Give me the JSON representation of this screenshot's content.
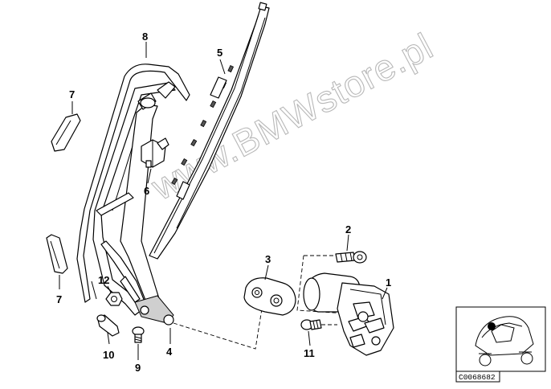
{
  "diagram": {
    "callouts": {
      "c1": "1",
      "c2": "2",
      "c3": "3",
      "c4": "4",
      "c5": "5",
      "c6": "6",
      "c7a": "7",
      "c7b": "7",
      "c8": "8",
      "c9": "9",
      "c10": "10",
      "c11": "11",
      "c12": "12"
    },
    "watermark": "www.BMWstore.pl",
    "inset": {
      "reference_number": "C0068682"
    }
  }
}
